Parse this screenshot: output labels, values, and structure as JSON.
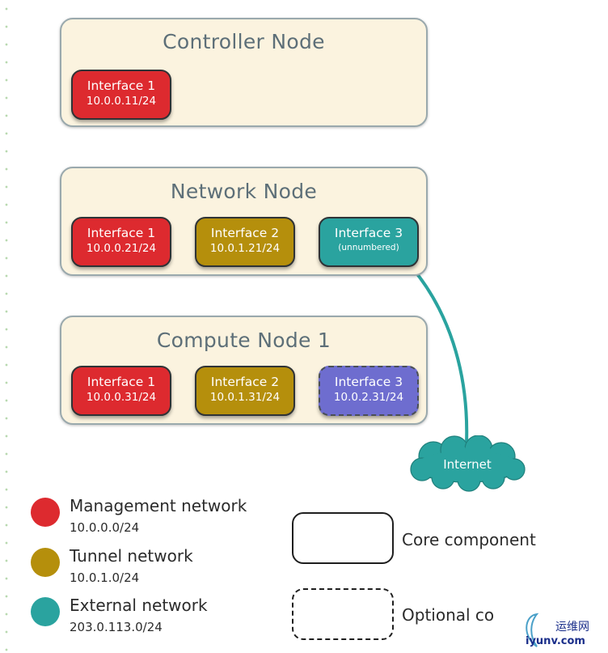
{
  "nodes": {
    "controller": {
      "title": "Controller Node",
      "interfaces": [
        {
          "name": "Interface 1",
          "ip": "10.0.0.11/24"
        }
      ]
    },
    "network": {
      "title": "Network Node",
      "interfaces": [
        {
          "name": "Interface 1",
          "ip": "10.0.0.21/24"
        },
        {
          "name": "Interface 2",
          "ip": "10.0.1.21/24"
        },
        {
          "name": "Interface 3",
          "ip": "(unnumbered)"
        }
      ]
    },
    "compute": {
      "title": "Compute Node 1",
      "interfaces": [
        {
          "name": "Interface 1",
          "ip": "10.0.0.31/24"
        },
        {
          "name": "Interface 2",
          "ip": "10.0.1.31/24"
        },
        {
          "name": "Interface 3",
          "ip": "10.0.2.31/24"
        }
      ]
    }
  },
  "internet_label": "Internet",
  "legend": [
    {
      "title": "Management network",
      "subnet": "10.0.0.0/24",
      "color": "#dd2a2f"
    },
    {
      "title": "Tunnel network",
      "subnet": "10.0.1.0/24",
      "color": "#b58f0c"
    },
    {
      "title": "External network",
      "subnet": "203.0.113.0/24",
      "color": "#2aa39f"
    }
  ],
  "key": {
    "core_label": "Core component",
    "optional_label": "Optional co"
  },
  "watermark": {
    "cn": "运维网",
    "site": "iyunv.com"
  },
  "colors": {
    "management": "#dd2a2f",
    "tunnel": "#b58f0c",
    "external": "#2aa39f",
    "optional": "#6e6dcf",
    "node_bg": "#fbf3df"
  }
}
